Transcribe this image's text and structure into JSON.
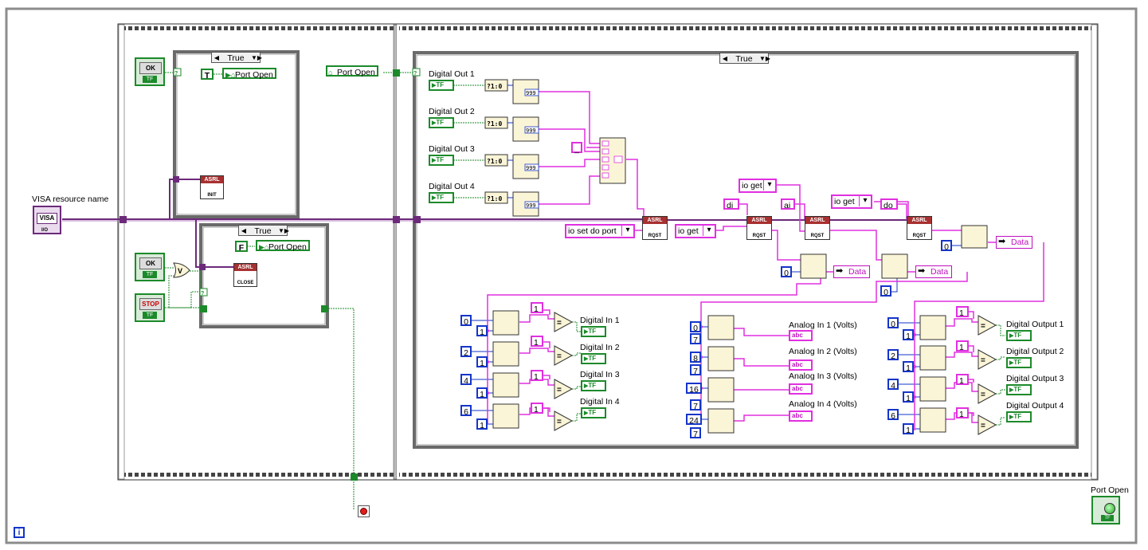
{
  "labels": {
    "visa_resource_name": "VISA resource name",
    "port_open_indicator": "Port Open",
    "digital_out": [
      "Digital Out 1",
      "Digital Out 2",
      "Digital Out 3",
      "Digital Out 4"
    ],
    "digital_in": [
      "Digital In 1",
      "Digital In 2",
      "Digital In 3",
      "Digital In 4"
    ],
    "analog_in": [
      "Analog In 1 (Volts)",
      "Analog In 2 (Volts)",
      "Analog In 3 (Volts)",
      "Analog In 4 (Volts)"
    ],
    "digital_output": [
      "Digital Output 1",
      "Digital Output 2",
      "Digital Output 3",
      "Digital Output 4"
    ]
  },
  "case_structures": {
    "init_case": "True",
    "close_case": "True",
    "main_case": "True"
  },
  "local_variables": {
    "port_open_write_true": "Port Open",
    "port_open_write_false": "Port Open",
    "port_open_read": "Port Open"
  },
  "constants": {
    "bool_true": "T",
    "bool_false": "F",
    "underscore": "_",
    "io_set_do_port": "io set do port",
    "io_get_1": "io get",
    "io_get_2": "io get",
    "io_get_3": "io get",
    "di": "di",
    "ai": "ai",
    "do": "do",
    "zero_a": "0",
    "zero_b": "0",
    "zero_c": "0",
    "di_index": [
      "0",
      "2",
      "4",
      "6"
    ],
    "di_len": [
      "1",
      "1",
      "1",
      "1"
    ],
    "di_cmp": [
      "1",
      "1",
      "1",
      "1"
    ],
    "ai_index": [
      "0",
      "8",
      "16",
      "24"
    ],
    "ai_len": [
      "7",
      "7",
      "7",
      "7"
    ],
    "do_index": [
      "0",
      "2",
      "4",
      "6"
    ],
    "do_len": [
      "1",
      "1",
      "1",
      "1"
    ],
    "do_cmp": [
      "1",
      "1",
      "1",
      "1"
    ]
  },
  "indicators": {
    "data_1": "Data",
    "data_2": "Data",
    "data_3": "Data"
  },
  "node_text": {
    "visa_term": "VISA",
    "visa_type": "I/O",
    "ok": "OK",
    "stop": "STOP",
    "tf": "TF",
    "abc": "abc",
    "asrl": "ASRL",
    "init": "INIT",
    "close": "CLOSE",
    "rqst": "RQST",
    "bool_to_num": "?1:0",
    "num_999": "999",
    "or": "V",
    "case_sel": "?"
  },
  "colors": {
    "frame": "#000000",
    "bool_wire": "#1c8a2a",
    "string_wire": "#e030e0",
    "int_wire": "#1535c8",
    "visa_wire": "#6c2a7a",
    "node_fill": "#fbf5d7"
  }
}
